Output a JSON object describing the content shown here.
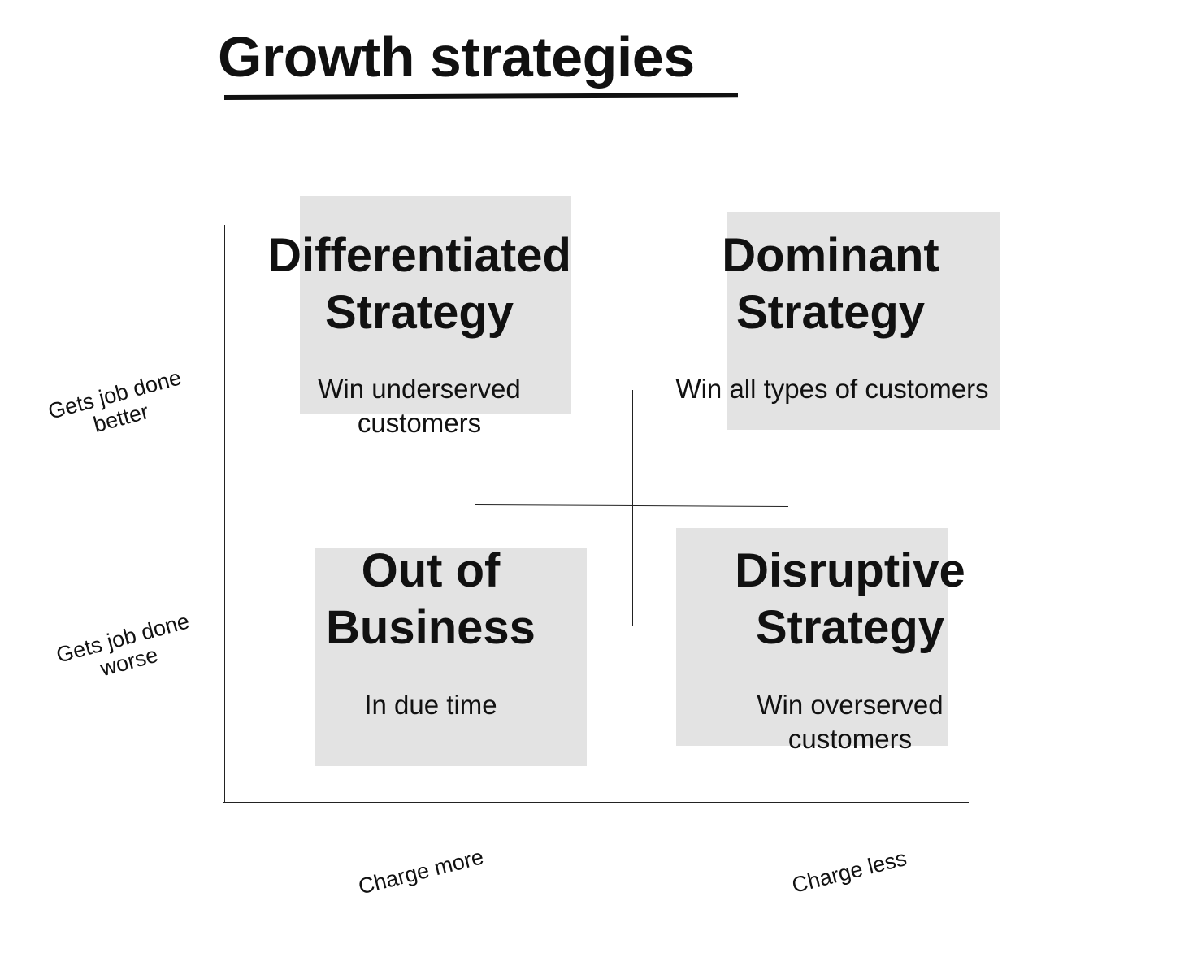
{
  "title": "Growth strategies",
  "axes": {
    "y_high": [
      "Gets job done",
      "better"
    ],
    "y_low": [
      "Gets job done",
      "worse"
    ],
    "x_left": "Charge more",
    "x_right": "Charge less"
  },
  "quadrants": {
    "differentiated": {
      "heading": [
        "Differentiated",
        "Strategy"
      ],
      "subtext": [
        "Win underserved",
        "customers"
      ]
    },
    "dominant": {
      "heading": [
        "Dominant",
        "Strategy"
      ],
      "subtext": [
        "Win all types of customers"
      ]
    },
    "out_of_business": {
      "heading": [
        "Out of",
        "Business"
      ],
      "subtext": [
        "In due time"
      ]
    },
    "disruptive": {
      "heading": [
        "Disruptive",
        "Strategy"
      ],
      "subtext": [
        "Win overserved",
        "customers"
      ]
    }
  },
  "colors": {
    "box_fill": "#e3e3e3",
    "text": "#111111",
    "lines": "#222222"
  }
}
